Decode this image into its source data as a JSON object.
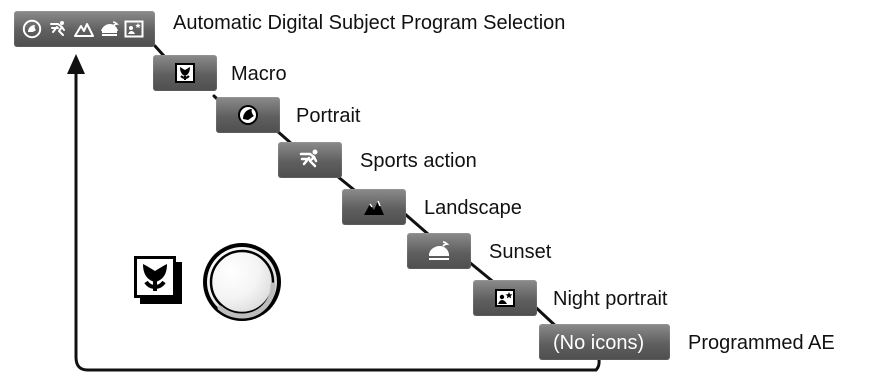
{
  "diagram": {
    "modes": [
      {
        "label": "Automatic Digital Subject Program Selection",
        "badge_icons": [
          "portrait-icon",
          "sports-action-icon",
          "landscape-icon",
          "sunset-icon",
          "night-portrait-icon"
        ]
      },
      {
        "label": "Macro",
        "badge_icon": "macro-icon"
      },
      {
        "label": "Portrait",
        "badge_icon": "portrait-icon"
      },
      {
        "label": "Sports action",
        "badge_icon": "sports-action-icon"
      },
      {
        "label": "Landscape",
        "badge_icon": "landscape-icon"
      },
      {
        "label": "Sunset",
        "badge_icon": "sunset-icon"
      },
      {
        "label": "Night portrait",
        "badge_icon": "night-portrait-icon"
      },
      {
        "label": "Programmed AE",
        "badge_text": "(No icons)"
      }
    ],
    "controls": {
      "mode_icon": "macro-subject-icon",
      "button_icon": "round-button-icon"
    },
    "colors": {
      "text": "#111111",
      "badge": "#6f6f6f",
      "line": "#111111"
    }
  }
}
